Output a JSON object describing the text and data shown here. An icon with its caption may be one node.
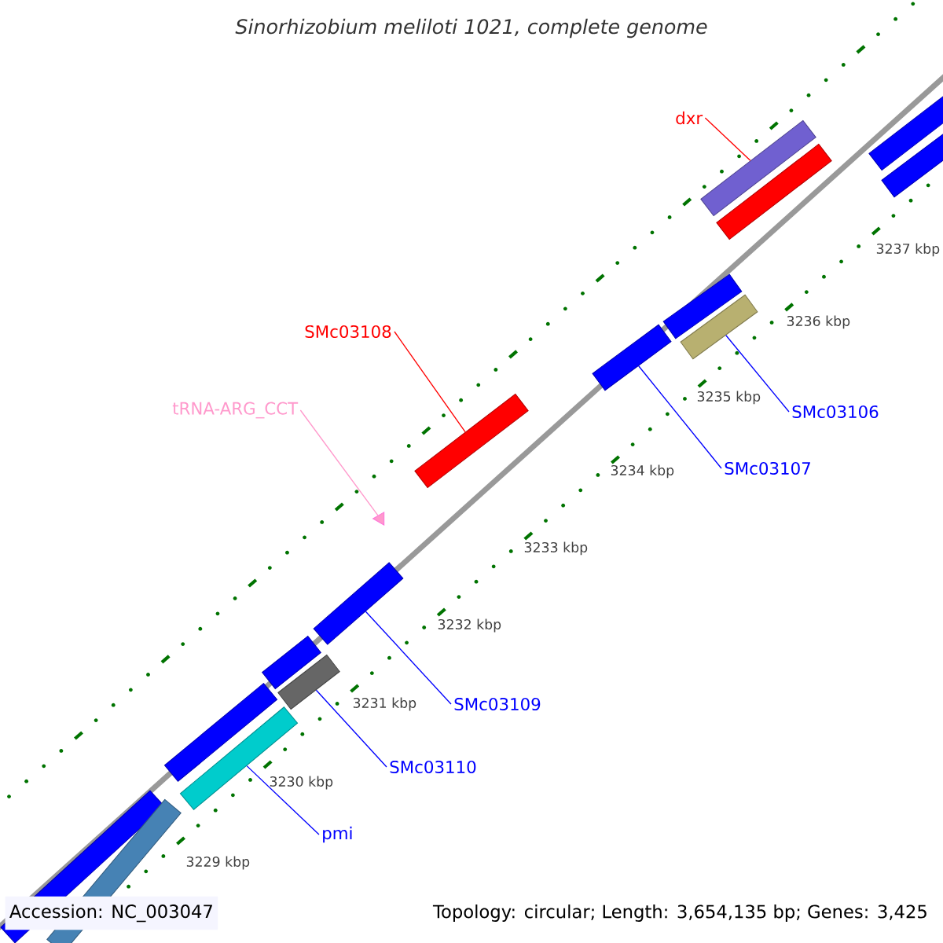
{
  "diagram": {
    "title": "Sinorhizobium meliloti 1021, complete genome",
    "nodes": [
      {
        "text": [],
        "shape": "bar"
      },
      {
        "text": [],
        "shape": "bar"
      },
      {
        "text": [],
        "shape": "bar"
      },
      {
        "text": [],
        "shape": "bar"
      },
      {
        "text": [],
        "shape": "bar"
      },
      {
        "text": [],
        "shape": "bar"
      },
      {
        "text": [],
        "shape": "bar"
      },
      {
        "text": [],
        "shape": "bar"
      },
      {
        "text": [],
        "shape": "triangle"
      },
      {
        "text": [],
        "shape": "bar"
      },
      {
        "text": [],
        "shape": "bar"
      },
      {
        "text": [],
        "shape": "bar"
      },
      {
        "text": [],
        "shape": "bar"
      },
      {
        "text": [],
        "shape": "bar"
      },
      {
        "text": [],
        "shape": "bar"
      },
      {
        "text": [],
        "shape": "bar"
      },
      {
        "text": [
          "dxr"
        ]
      },
      {
        "text": [
          "SMc03108"
        ]
      },
      {
        "text": [
          "tRNA-ARG_CCT"
        ]
      },
      {
        "text": [
          "SMc03106"
        ]
      },
      {
        "text": [
          "SMc03107"
        ]
      },
      {
        "text": [
          "SMc03109"
        ]
      },
      {
        "text": [
          "SMc03110"
        ]
      },
      {
        "text": [
          "pmi"
        ]
      }
    ],
    "edges": [
      {
        "from": 16,
        "to": 0,
        "arrow": "none",
        "color": "#ff0000"
      },
      {
        "from": 17,
        "to": 7,
        "arrow": "none",
        "color": "#ff0000"
      },
      {
        "from": 18,
        "to": 8,
        "arrow": "none",
        "color": "#ff99cc"
      },
      {
        "from": 19,
        "to": 5,
        "arrow": "none"
      },
      {
        "from": 20,
        "to": 6,
        "arrow": "none"
      },
      {
        "from": 21,
        "to": 9,
        "arrow": "none"
      },
      {
        "from": 22,
        "to": 11,
        "arrow": "none"
      },
      {
        "from": 23,
        "to": 13,
        "arrow": "none"
      }
    ],
    "labels": [
      "3237 kbp",
      "3236 kbp",
      "3235 kbp",
      "3234 kbp",
      "3233 kbp",
      "3232 kbp",
      "3231 kbp",
      "3230 kbp",
      "3229 kbp",
      "Accession: NC_003047",
      "Topology: circular; Length: 3,654,135 bp; Genes: 3,425"
    ]
  }
}
